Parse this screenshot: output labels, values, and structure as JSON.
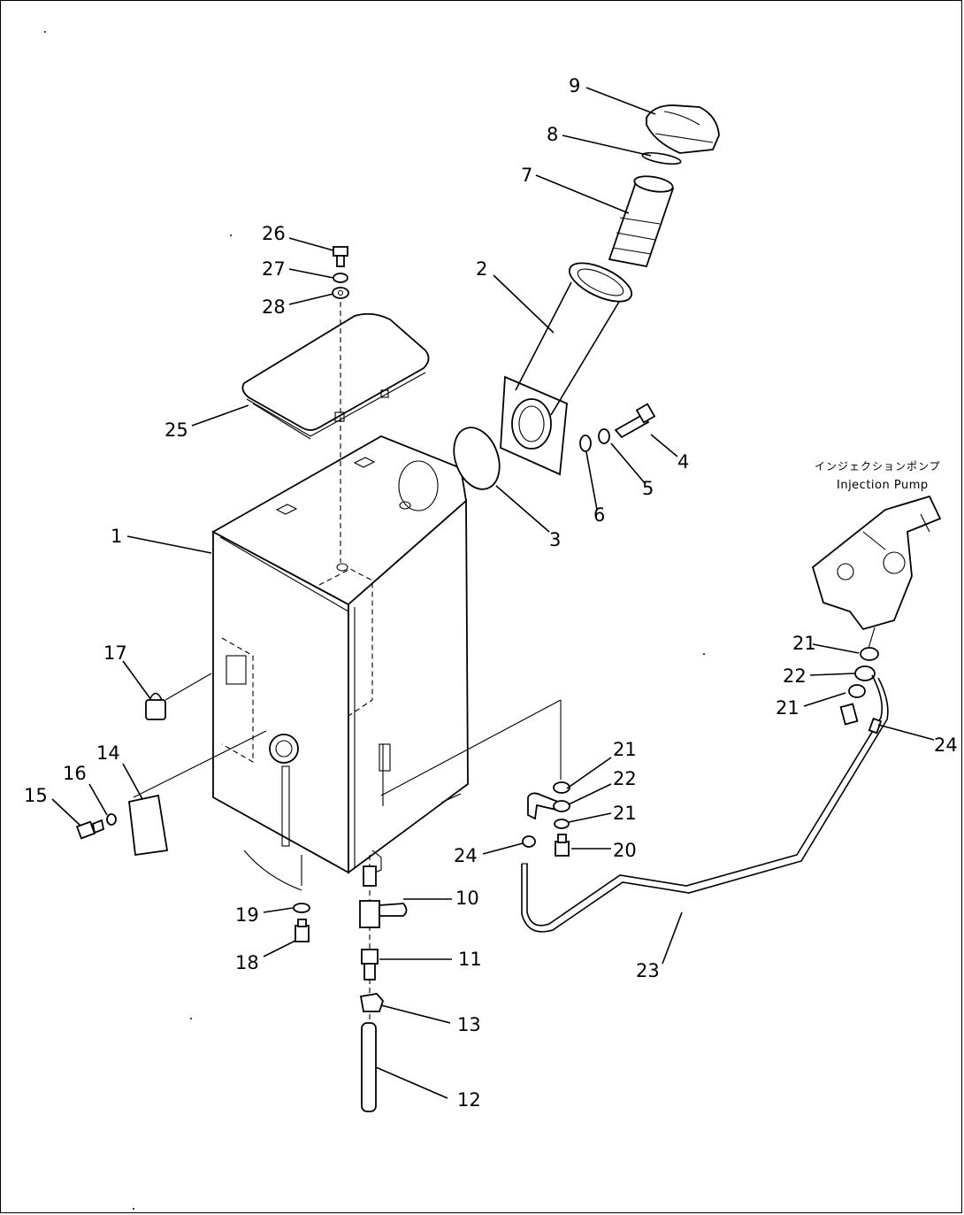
{
  "annotation": {
    "japanese": "インジェクションポンプ",
    "english": "Injection Pump"
  },
  "callouts": {
    "c1": "1",
    "c2": "2",
    "c3": "3",
    "c4": "4",
    "c5": "5",
    "c6": "6",
    "c7": "7",
    "c8": "8",
    "c9": "9",
    "c10": "10",
    "c11": "11",
    "c12": "12",
    "c13": "13",
    "c14": "14",
    "c15": "15",
    "c16": "16",
    "c17": "17",
    "c18": "18",
    "c19": "19",
    "c20": "20",
    "c21a": "21",
    "c21b": "21",
    "c21c": "21",
    "c21d": "21",
    "c22a": "22",
    "c22b": "22",
    "c23": "23",
    "c24a": "24",
    "c24b": "24",
    "c25": "25",
    "c26": "26",
    "c27": "27",
    "c28": "28"
  }
}
